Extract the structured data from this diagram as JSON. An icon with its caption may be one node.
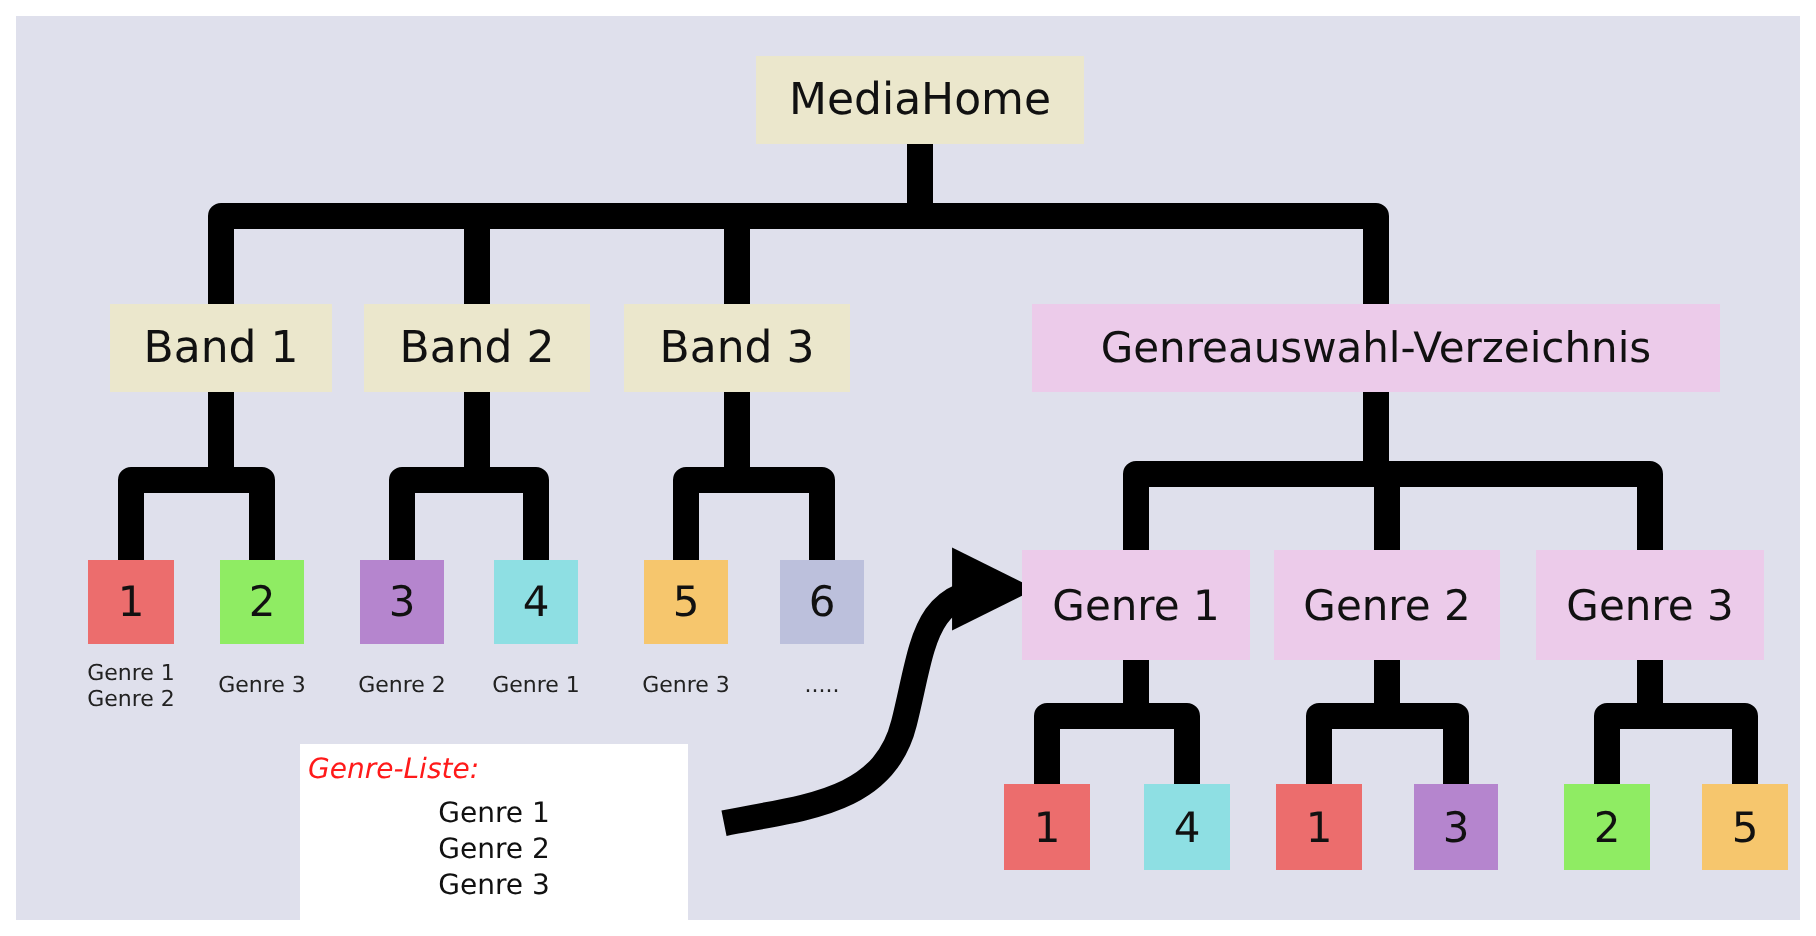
{
  "diagram": {
    "nodes": [
      {
        "text": [
          "MediaHome"
        ]
      },
      {
        "text": [
          "Band 1"
        ]
      },
      {
        "text": [
          "Band 2"
        ]
      },
      {
        "text": [
          "Band 3"
        ]
      },
      {
        "text": [
          "Genreauswahl-Verzeichnis"
        ]
      },
      {
        "text": [
          "1"
        ],
        "beside": [
          "Genre 1",
          "Genre 2"
        ]
      },
      {
        "text": [
          "2"
        ],
        "beside": [
          "Genre 3"
        ]
      },
      {
        "text": [
          "3"
        ],
        "beside": [
          "Genre 2"
        ]
      },
      {
        "text": [
          "4"
        ],
        "beside": [
          "Genre 1"
        ]
      },
      {
        "text": [
          "5"
        ],
        "beside": [
          "Genre 3"
        ]
      },
      {
        "text": [
          "6"
        ],
        "beside": [
          "....."
        ]
      },
      {
        "text": [
          "Genre 1"
        ]
      },
      {
        "text": [
          "Genre 2"
        ]
      },
      {
        "text": [
          "Genre 3"
        ]
      },
      {
        "text": [
          "1"
        ]
      },
      {
        "text": [
          "4"
        ]
      },
      {
        "text": [
          "1"
        ]
      },
      {
        "text": [
          "3"
        ]
      },
      {
        "text": [
          "2"
        ]
      },
      {
        "text": [
          "5"
        ]
      },
      {
        "text": [
          "Genre-Liste:",
          "Genre 1",
          "Genre 2",
          "Genre 3"
        ]
      }
    ],
    "edges": [
      {
        "from": 0,
        "to": 1,
        "arrow": "none"
      },
      {
        "from": 0,
        "to": 2,
        "arrow": "none"
      },
      {
        "from": 0,
        "to": 3,
        "arrow": "none"
      },
      {
        "from": 0,
        "to": 4,
        "arrow": "none"
      },
      {
        "from": 1,
        "to": 5,
        "arrow": "none"
      },
      {
        "from": 1,
        "to": 6,
        "arrow": "none"
      },
      {
        "from": 2,
        "to": 7,
        "arrow": "none"
      },
      {
        "from": 2,
        "to": 8,
        "arrow": "none"
      },
      {
        "from": 3,
        "to": 9,
        "arrow": "none"
      },
      {
        "from": 3,
        "to": 10,
        "arrow": "none"
      },
      {
        "from": 4,
        "to": 11,
        "arrow": "none"
      },
      {
        "from": 4,
        "to": 12,
        "arrow": "none"
      },
      {
        "from": 4,
        "to": 13,
        "arrow": "none"
      },
      {
        "from": 11,
        "to": 14,
        "arrow": "none"
      },
      {
        "from": 11,
        "to": 15,
        "arrow": "none"
      },
      {
        "from": 12,
        "to": 16,
        "arrow": "none"
      },
      {
        "from": 12,
        "to": 17,
        "arrow": "none"
      },
      {
        "from": 13,
        "to": 18,
        "arrow": "none"
      },
      {
        "from": 13,
        "to": 19,
        "arrow": "none"
      },
      {
        "from": 20,
        "to": 11,
        "arrow": "to"
      }
    ]
  }
}
